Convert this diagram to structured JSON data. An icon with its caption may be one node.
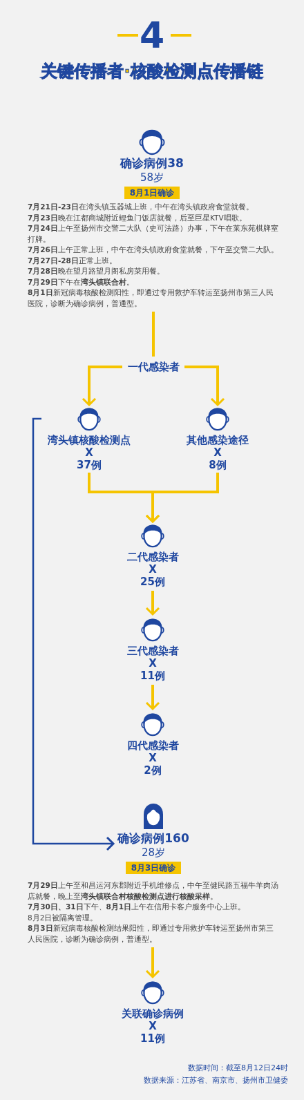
{
  "diagram": {
    "title": "关键传播者·核酸检测点传播链",
    "nodes": [
      {
        "text": [
          "确诊病例38",
          "58岁",
          "8月1日确诊"
        ]
      },
      {
        "text": [
          "**7月21日-23日**在湾头镇玉器城上班，中午在湾头镇政府食堂就餐。",
          "**7月23日**晚在江都商城附近鲤鱼门饭店就餐，后至巨星KTV唱歌。",
          "**7月24日**上午至扬州市交警二大队（史可法路）办事，下午在莱东苑棋牌室打牌。",
          "**7月26日**上午正常上班，中午在湾头镇政府食堂就餐，下午至交警二大队。",
          "**7月27日-28日**正常上班。",
          "**7月28日**晚在望月路望月阁私房菜用餐。",
          "**7月29日**下午在**湾头镇联合村**。",
          "**8月1日**新冠病毒核酸检测阳性，即通过专用救护车转运至扬州市第三人民医院，诊断为确诊病例，普通型。"
        ]
      },
      {
        "text": [
          "一代感染者"
        ]
      },
      {
        "text": [
          "湾头镇核酸检测点",
          "X",
          "37例"
        ]
      },
      {
        "text": [
          "其他感染途径",
          "X",
          "8例"
        ]
      },
      {
        "text": [
          "二代感染者",
          "X",
          "25例"
        ]
      },
      {
        "text": [
          "三代感染者",
          "X",
          "11例"
        ]
      },
      {
        "text": [
          "四代感染者",
          "X",
          "2例"
        ]
      },
      {
        "text": [
          "确诊病例160",
          "28岁",
          "8月3日确诊"
        ]
      },
      {
        "text": [
          "**7月29日**上午至和昌运河东郡附近手机维修点，中午至健民路五福牛羊肉汤店就餐，晚上至**湾头镇联合村核酸检测点进行核酸采样**。",
          "**7月30日、31日**下午、**8月1日**上午在信用卡客户服务中心上班。",
          "8月2日被隔离管理。",
          "**8月3日**新冠病毒核酸检测结果阳性，即通过专用救护车转运至扬州市第三人民医院，诊断为确诊病例，普通型。"
        ]
      },
      {
        "text": [
          "关联确诊病例",
          "X",
          "11例"
        ]
      }
    ],
    "edges": [
      {
        "from": 1,
        "to": 2,
        "arrow": "none"
      },
      {
        "from": 2,
        "to": 3,
        "arrow": "to"
      },
      {
        "from": 2,
        "to": 4,
        "arrow": "to"
      },
      {
        "from": 3,
        "to": 5,
        "arrow": "to"
      },
      {
        "from": 4,
        "to": 5,
        "arrow": "to"
      },
      {
        "from": 5,
        "to": 6,
        "arrow": "to"
      },
      {
        "from": 6,
        "to": 7,
        "arrow": "to"
      },
      {
        "from": 3,
        "to": 8,
        "arrow": "to",
        "color": "#1f47a0"
      },
      {
        "from": 9,
        "to": 10,
        "arrow": "to"
      }
    ],
    "labels": [
      "4",
      "数据时间：截至8月12日24时",
      "数据来源：江苏省、南京市、扬州市卫健委"
    ]
  }
}
